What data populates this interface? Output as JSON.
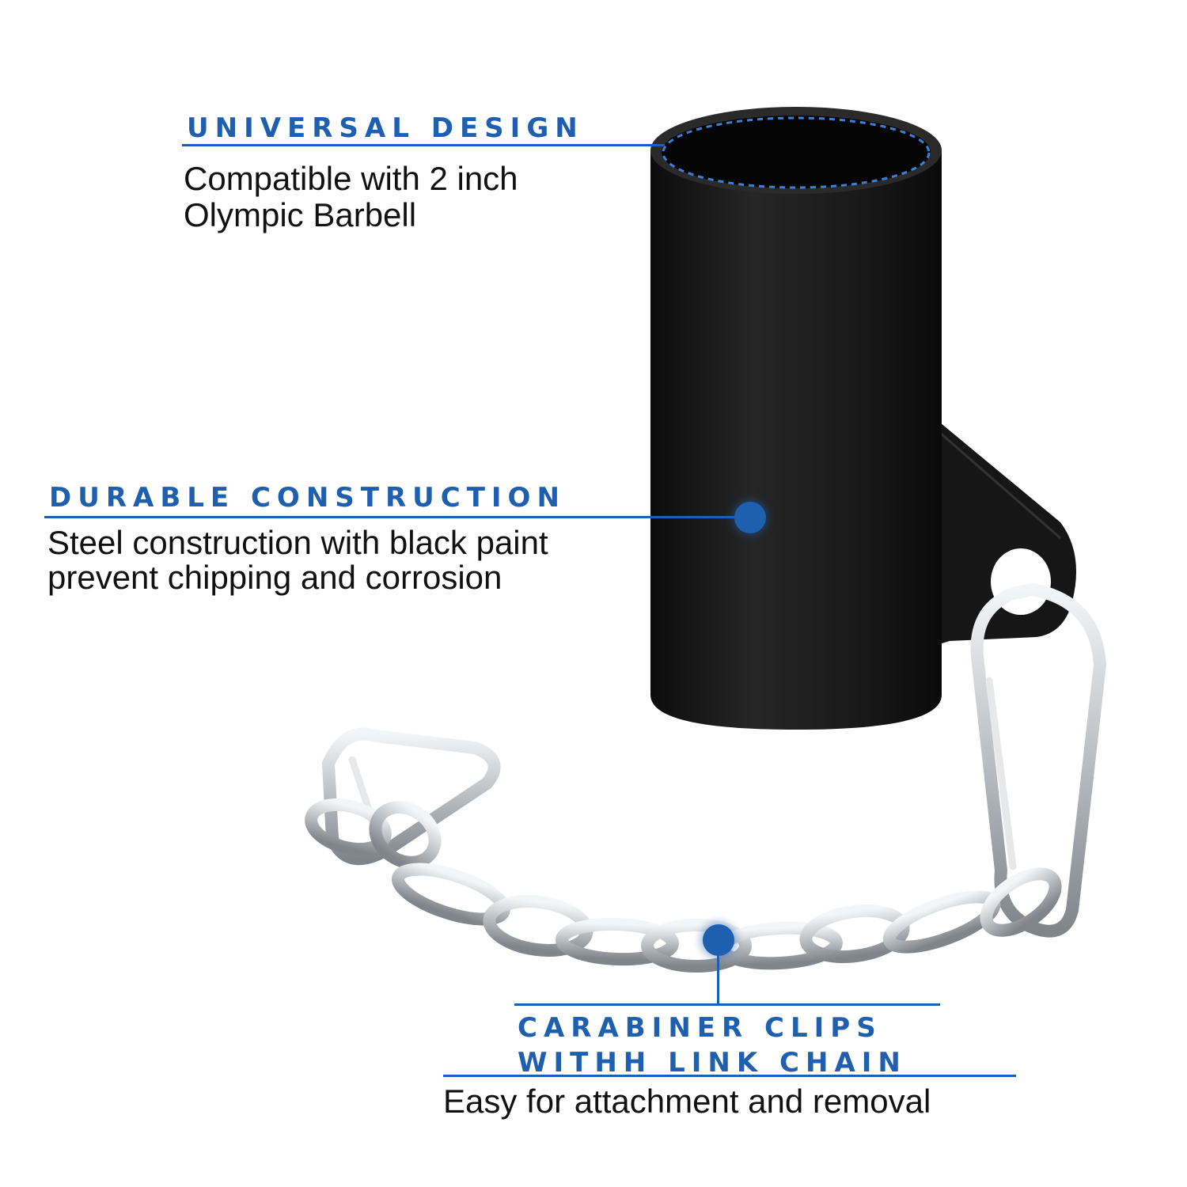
{
  "theme": {
    "accent": "#1f5fb0",
    "heading_color": "#1f5fb0",
    "rule_color": "#1f5fb0",
    "product_color": "#1a1a1a",
    "chain_color": "#c8ccd0"
  },
  "product": {
    "sleeve_icon": "barbell-sleeve-icon",
    "chain_icon": "link-chain-icon",
    "carabiner_icon": "carabiner-icon"
  },
  "callouts": {
    "universal": {
      "heading": "UNIVERSAL DESIGN",
      "line1": "Compatible with 2 inch",
      "line2": "Olympic Barbell"
    },
    "durable": {
      "heading": "DURABLE CONSTRUCTION",
      "line1": "Steel construction with black paint",
      "line2": "prevent chipping and corrosion"
    },
    "carabiner": {
      "heading1": "CARABINER CLIPS",
      "heading2": "WITHH LINK CHAIN",
      "line1": "Easy for attachment and removal"
    }
  }
}
